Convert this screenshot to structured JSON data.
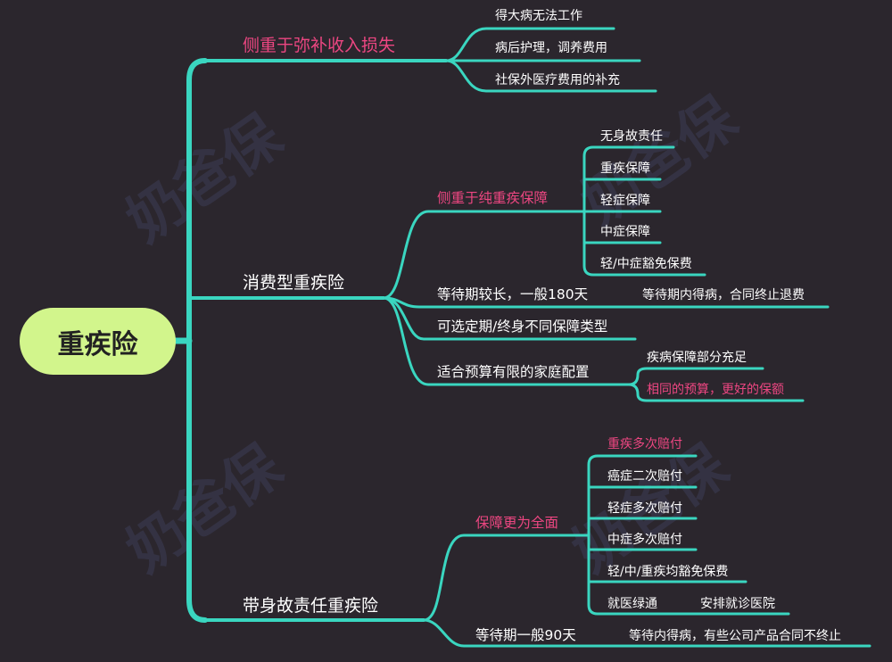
{
  "root": "重疾险",
  "watermark": "奶爸保",
  "colors": {
    "background": "#2b262d",
    "line": "#3ad6c0",
    "accent": "#ec4681",
    "root": "#d2f58c"
  },
  "branches": [
    {
      "label": "侧重于弥补收入损失",
      "children": [
        "得大病无法工作",
        "病后护理，调养费用",
        "社保外医疗费用的补充"
      ]
    },
    {
      "label": "消费型重疾险",
      "children": [
        {
          "label": "侧重于纯重疾保障",
          "children": [
            "无身故责任",
            "重疾保障",
            "轻症保障",
            "中症保障",
            "轻/中症豁免保费"
          ]
        },
        {
          "label": "等待期较长，一般180天",
          "note": "等待期内得病，合同终止退费"
        },
        {
          "label": "可选定期/终身不同保障类型"
        },
        {
          "label": "适合预算有限的家庭配置",
          "children": [
            "疾病保障部分充足",
            "相同的预算，更好的保额"
          ]
        }
      ]
    },
    {
      "label": "带身故责任重疾险",
      "children": [
        {
          "label": "保障更为全面",
          "children": [
            "重疾多次赔付",
            "癌症二次赔付",
            "轻症多次赔付",
            "中症多次赔付",
            "轻/中/重疾均豁免保费",
            "就医绿通"
          ],
          "note": "安排就诊医院"
        },
        {
          "label": "等待期一般90天",
          "note": "等待内得病，有些公司产品合同不终止"
        }
      ]
    }
  ]
}
